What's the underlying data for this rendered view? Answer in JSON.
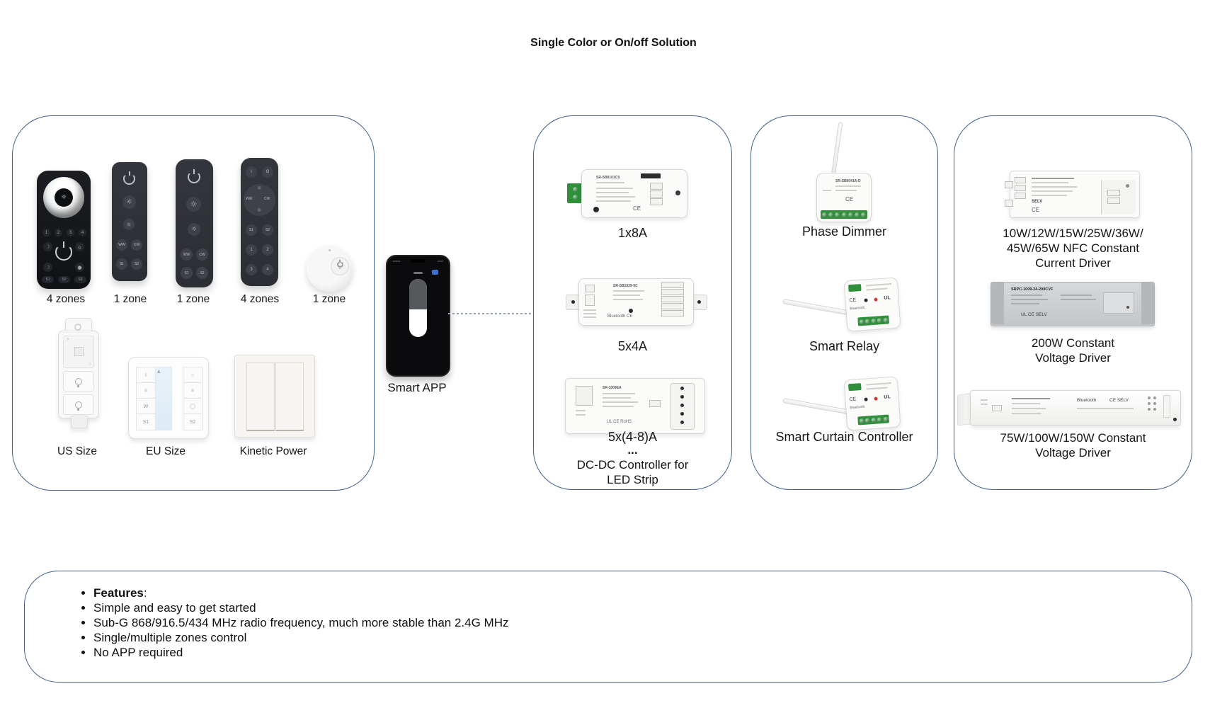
{
  "title": "Single Color or On/off Solution",
  "panel1": {
    "zone_labels": [
      "4 zones",
      "1 zone",
      "1 zone",
      "4 zones",
      "1 zone"
    ],
    "size_labels": [
      "US Size",
      "EU Size",
      "Kinetic Power"
    ],
    "remote1": {
      "numbers": [
        "1",
        "2",
        "3",
        "4"
      ],
      "scenes": [
        "S1",
        "S2",
        "S3"
      ]
    },
    "remote2": {
      "buttons": [
        "WW",
        "CW",
        "S1",
        "S2"
      ]
    },
    "remote3": {
      "buttons": [
        "WW",
        "CW",
        "S1",
        "S2"
      ]
    },
    "remote4": {
      "io": [
        "I",
        "O"
      ],
      "pad": [
        "WW",
        "CW"
      ],
      "scenes": [
        "S1",
        "S2"
      ],
      "numbers": [
        "1",
        "2",
        "3",
        "4"
      ]
    },
    "eu": {
      "l1": "I",
      "l3": "W",
      "l4": "S1",
      "r4": "S2"
    }
  },
  "app": {
    "label": "Smart APP"
  },
  "panel2": {
    "device1": {
      "model": "SR-SB9101CS",
      "marks": "CE",
      "label": "1x8A"
    },
    "device2": {
      "model": "SR-SB1029-5C",
      "marks": "Bluetooth  CE",
      "label": "5x4A"
    },
    "device3": {
      "model": "SR-1009EA",
      "marks": "UL  CE  RoHS",
      "label": "5x(4-8)A"
    },
    "ellipsis": "...",
    "caption_line1": "DC-DC Controller for",
    "caption_line2": "LED Strip"
  },
  "panel3": {
    "device1": {
      "model": "SR-SB9041A-D",
      "marks": "CE",
      "label": "Phase Dimmer"
    },
    "device2": {
      "ce": "CE",
      "ul": "UL",
      "bt": "Bluetooth",
      "label": "Smart Relay"
    },
    "device3": {
      "ce": "CE",
      "ul": "UL",
      "bt": "Bluetooth",
      "label": "Smart Curtain Controller"
    }
  },
  "panel4": {
    "device1": {
      "selv": "SELV",
      "marks": "CE",
      "label1": "10W/12W/15W/25W/36W/",
      "label2": "45W/65W NFC Constant",
      "label3": "Current Driver"
    },
    "device2": {
      "model": "SRPC-1009-24-200CVF",
      "marks": "UL  CE  SELV",
      "label1": "200W Constant",
      "label2": "Voltage Driver"
    },
    "device3": {
      "bt": "Bluetooth",
      "marks": "CE  SELV",
      "label1": "75W/100W/150W Constant",
      "label2": "Voltage Driver"
    }
  },
  "features": {
    "heading": "Features",
    "heading_suffix": ":",
    "items": [
      "Simple and easy to get started",
      "Sub-G 868/916.5/434 MHz radio frequency, much more stable than 2.4G MHz",
      "Single/multiple zones control",
      "No APP required"
    ]
  }
}
